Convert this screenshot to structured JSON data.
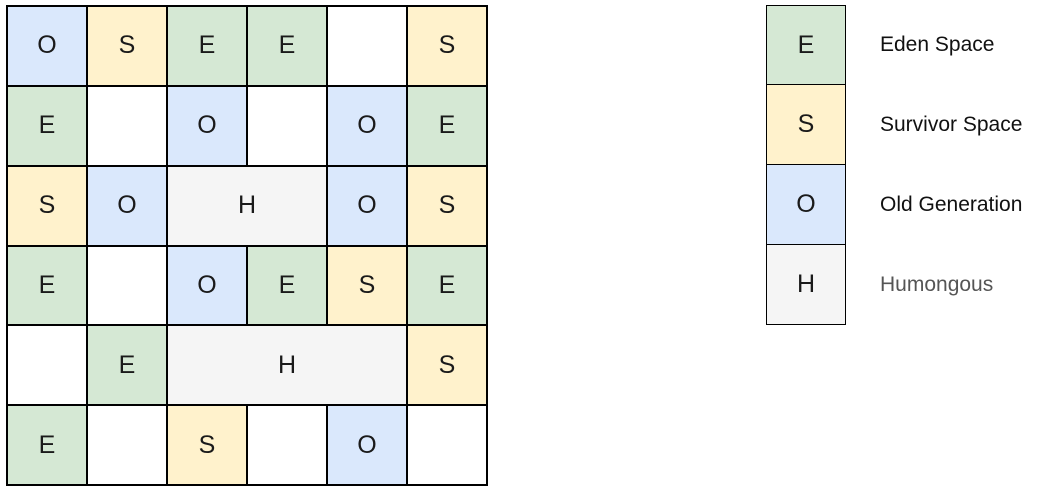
{
  "colors": {
    "E": "#d5e8d4",
    "S": "#fff2cc",
    "O": "#dae8fc",
    "H": "#f5f5f5",
    "empty": "#ffffff"
  },
  "grid": {
    "rows": 6,
    "cols": 6,
    "cells": [
      {
        "label": "O",
        "type": "O",
        "row": 1,
        "col": 1,
        "colspan": 1
      },
      {
        "label": "S",
        "type": "S",
        "row": 1,
        "col": 2,
        "colspan": 1
      },
      {
        "label": "E",
        "type": "E",
        "row": 1,
        "col": 3,
        "colspan": 1
      },
      {
        "label": "E",
        "type": "E",
        "row": 1,
        "col": 4,
        "colspan": 1
      },
      {
        "label": "",
        "type": "empty",
        "row": 1,
        "col": 5,
        "colspan": 1
      },
      {
        "label": "S",
        "type": "S",
        "row": 1,
        "col": 6,
        "colspan": 1
      },
      {
        "label": "E",
        "type": "E",
        "row": 2,
        "col": 1,
        "colspan": 1
      },
      {
        "label": "",
        "type": "empty",
        "row": 2,
        "col": 2,
        "colspan": 1
      },
      {
        "label": "O",
        "type": "O",
        "row": 2,
        "col": 3,
        "colspan": 1
      },
      {
        "label": "",
        "type": "empty",
        "row": 2,
        "col": 4,
        "colspan": 1
      },
      {
        "label": "O",
        "type": "O",
        "row": 2,
        "col": 5,
        "colspan": 1
      },
      {
        "label": "E",
        "type": "E",
        "row": 2,
        "col": 6,
        "colspan": 1
      },
      {
        "label": "S",
        "type": "S",
        "row": 3,
        "col": 1,
        "colspan": 1
      },
      {
        "label": "O",
        "type": "O",
        "row": 3,
        "col": 2,
        "colspan": 1
      },
      {
        "label": "H",
        "type": "H",
        "row": 3,
        "col": 3,
        "colspan": 2
      },
      {
        "label": "O",
        "type": "O",
        "row": 3,
        "col": 5,
        "colspan": 1
      },
      {
        "label": "S",
        "type": "S",
        "row": 3,
        "col": 6,
        "colspan": 1
      },
      {
        "label": "E",
        "type": "E",
        "row": 4,
        "col": 1,
        "colspan": 1
      },
      {
        "label": "",
        "type": "empty",
        "row": 4,
        "col": 2,
        "colspan": 1
      },
      {
        "label": "O",
        "type": "O",
        "row": 4,
        "col": 3,
        "colspan": 1
      },
      {
        "label": "E",
        "type": "E",
        "row": 4,
        "col": 4,
        "colspan": 1
      },
      {
        "label": "S",
        "type": "S",
        "row": 4,
        "col": 5,
        "colspan": 1
      },
      {
        "label": "E",
        "type": "E",
        "row": 4,
        "col": 6,
        "colspan": 1
      },
      {
        "label": "",
        "type": "empty",
        "row": 5,
        "col": 1,
        "colspan": 1
      },
      {
        "label": "E",
        "type": "E",
        "row": 5,
        "col": 2,
        "colspan": 1
      },
      {
        "label": "H",
        "type": "H",
        "row": 5,
        "col": 3,
        "colspan": 3
      },
      {
        "label": "S",
        "type": "S",
        "row": 5,
        "col": 6,
        "colspan": 1
      },
      {
        "label": "E",
        "type": "E",
        "row": 6,
        "col": 1,
        "colspan": 1
      },
      {
        "label": "",
        "type": "empty",
        "row": 6,
        "col": 2,
        "colspan": 1
      },
      {
        "label": "S",
        "type": "S",
        "row": 6,
        "col": 3,
        "colspan": 1
      },
      {
        "label": "",
        "type": "empty",
        "row": 6,
        "col": 4,
        "colspan": 1
      },
      {
        "label": "O",
        "type": "O",
        "row": 6,
        "col": 5,
        "colspan": 1
      },
      {
        "label": "",
        "type": "empty",
        "row": 6,
        "col": 6,
        "colspan": 1
      }
    ]
  },
  "legend": {
    "items": [
      {
        "symbol": "E",
        "label": "Eden Space"
      },
      {
        "symbol": "S",
        "label": "Survivor Space"
      },
      {
        "symbol": "O",
        "label": "Old Generation"
      },
      {
        "symbol": "H",
        "label": "Humongous"
      }
    ]
  }
}
